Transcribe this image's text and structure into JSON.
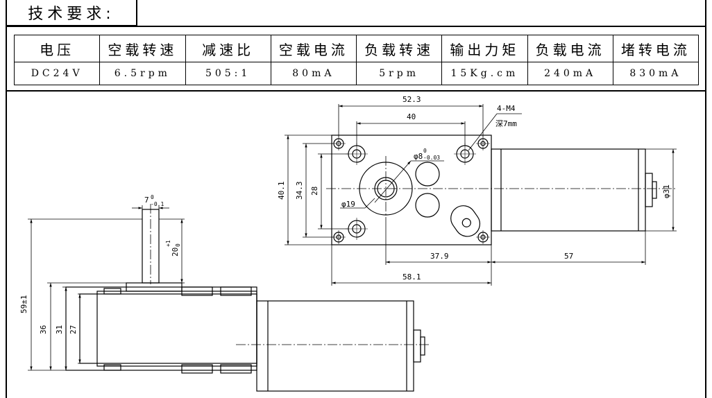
{
  "title": "技术要求:",
  "specs": {
    "headers": [
      "电压",
      "空载转速",
      "减速比",
      "空载电流",
      "负载转速",
      "输出力矩",
      "负载电流",
      "堵转电流"
    ],
    "values": [
      "DC24V",
      "6.5rpm",
      "505:1",
      "80mA",
      "5rpm",
      "15Kg.cm",
      "240mA",
      "830mA"
    ]
  },
  "dimensions": {
    "width_outer": "52.3",
    "hole_spacing_x": "40",
    "thread": "4-M4",
    "thread_depth": "深7mm",
    "shaft_dia": "φ8",
    "shaft_tol_upper": "0",
    "shaft_tol_lower": "-0.03",
    "boss_dia": "φ19",
    "height_outer": "40.1",
    "height_mid": "34.3",
    "hole_spacing_y": "28",
    "motor_dia": "φ31",
    "dim_379": "37.9",
    "dim_57": "57",
    "dim_581": "58.1",
    "flat_width": "7",
    "flat_tol_upper": "0",
    "flat_tol_lower": "-0.1",
    "shaft_len": "20",
    "shaft_len_tol_upper": "+1",
    "shaft_len_tol_lower": "0",
    "total_height": "59±1",
    "h36": "36",
    "h31": "31",
    "h27": "27"
  }
}
